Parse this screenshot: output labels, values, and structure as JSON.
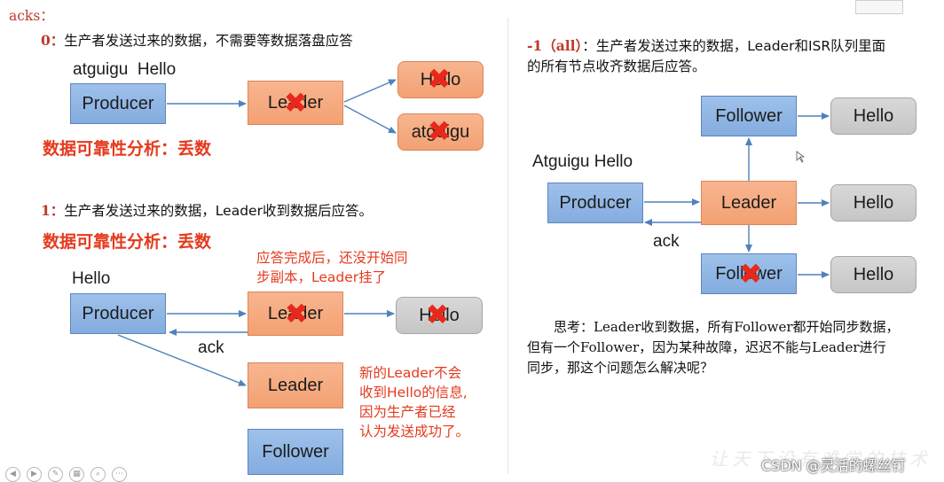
{
  "header": {
    "title": "acks："
  },
  "left": {
    "case0": {
      "number": "0：",
      "desc": "生产者发送过来的数据，不需要等数据落盘应答",
      "message": "atguigu  Hello",
      "producer": "Producer",
      "leader": "Leader",
      "follower1": "Hello",
      "follower2": "atguigu",
      "analysis": "数据可靠性分析：丢数"
    },
    "case1": {
      "number": "1：",
      "desc": "生产者发送过来的数据，Leader收到数据后应答。",
      "analysis": "数据可靠性分析：丢数",
      "message": "Hello",
      "producer": "Producer",
      "leader": "Leader",
      "follower": "Hello",
      "ack": "ack",
      "note1": [
        "应答完成后，还没开始同",
        "步副本，Leader挂了"
      ],
      "new_leader": "Leader",
      "follower_box": "Follower",
      "note2": [
        "新的Leader不会",
        "收到Hello的信息,",
        "因为生产者已经",
        "认为发送成功了。"
      ]
    }
  },
  "right": {
    "number": "-1（all）",
    "desc": [
      "：生产者发送过来的数据，Leader和ISR队列里面",
      "的所有节点收齐数据后应答。"
    ],
    "message": "Atguigu Hello",
    "producer": "Producer",
    "leader": "Leader",
    "follower_top": "Follower",
    "follower_bottom": "Follower",
    "hello1": "Hello",
    "hello2": "Hello",
    "hello3": "Hello",
    "ack": "ack",
    "thinking": [
      "思考：Leader收到数据，所有Follower都开始同步数据，",
      "但有一个Follower，因为某种故障，迟迟不能与Leader进行",
      "同步，那这个问题怎么解决呢？"
    ]
  },
  "watermark": {
    "csdn": "CSDN @灵活的螺丝钉",
    "faint": "让天下没有难学的技术"
  },
  "colors": {
    "red": "#e53a1e",
    "blue_box": "#8fb4e3",
    "orange_box": "#f5a97e",
    "grey_box": "#cfcfcf",
    "arrow": "#4f81bd"
  }
}
